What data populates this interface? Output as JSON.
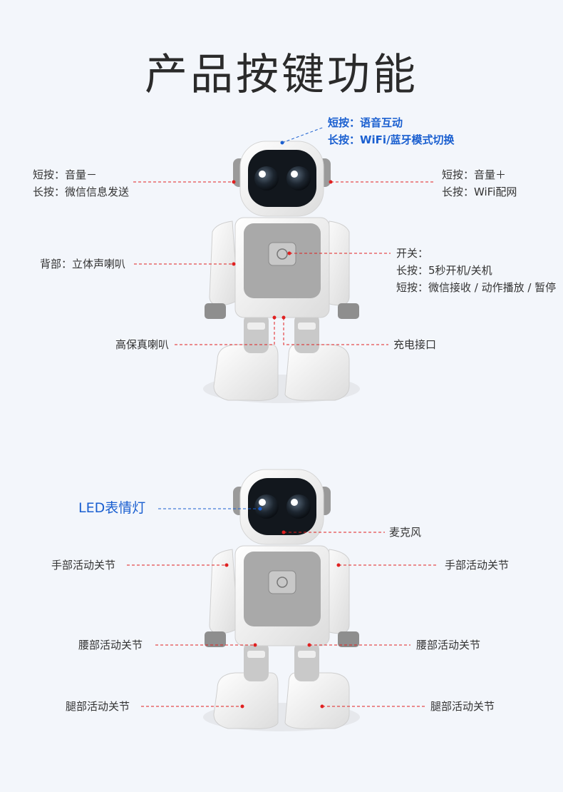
{
  "title": "产品按键功能",
  "top_section": {
    "head_button": {
      "short": "短按：语音互动",
      "long": "长按：WiFi/蓝牙模式切换"
    },
    "left_ear": {
      "short": "短按：音量－",
      "long": "长按：微信信息发送"
    },
    "right_ear": {
      "short": "短按：音量＋",
      "long": "长按：WiFi配网"
    },
    "back": "背部：立体声喇叭",
    "power": {
      "title": "开关：",
      "long": "长按：5秒开机/关机",
      "short": "短按：微信接收 / 动作播放 / 暂停"
    },
    "speaker": "高保真喇叭",
    "charging": "充电接口"
  },
  "bottom_section": {
    "led": "LED表情灯",
    "mic": "麦克风",
    "hand_left": "手部活动关节",
    "hand_right": "手部活动关节",
    "waist_left": "腰部活动关节",
    "waist_right": "腰部活动关节",
    "leg_left": "腿部活动关节",
    "leg_right": "腿部活动关节"
  },
  "colors": {
    "accent_blue": "#1a5fd0",
    "callout_red": "#e02020",
    "body_white": "#f7f7f7",
    "body_gray": "#a9a9a9"
  }
}
